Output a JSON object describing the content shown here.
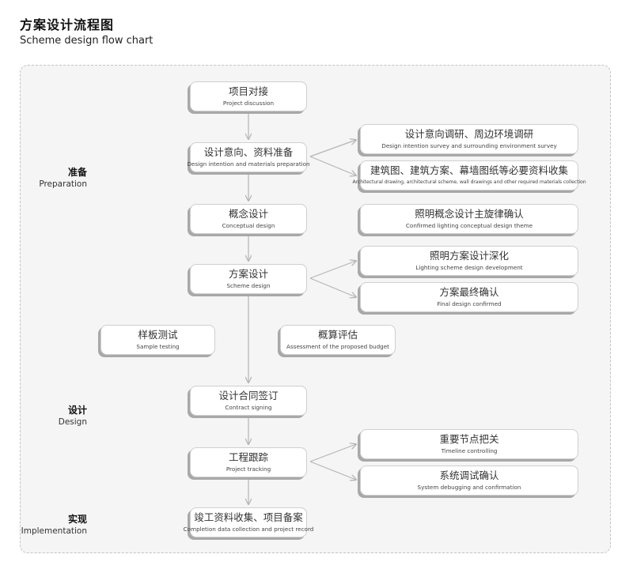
{
  "header": {
    "title": "方案设计流程图",
    "subtitle": "Scheme design flow chart"
  },
  "phases": {
    "preparation": {
      "zh": "准备",
      "en": "Preparation"
    },
    "design": {
      "zh": "设计",
      "en": "Design"
    },
    "implementation": {
      "zh": "实现",
      "en": "Implementation"
    }
  },
  "nodes": {
    "project_discussion": {
      "zh": "项目对接",
      "en": "Project discussion"
    },
    "design_intention": {
      "zh": "设计意向、资料准备",
      "en": "Design intention and materials preparation"
    },
    "conceptual_design": {
      "zh": "概念设计",
      "en": "Conceptual design"
    },
    "scheme_design": {
      "zh": "方案设计",
      "en": "Scheme design"
    },
    "sample_testing": {
      "zh": "样板测试",
      "en": "Sample testing"
    },
    "budget_assessment": {
      "zh": "概算评估",
      "en": "Assessment of the proposed budget"
    },
    "contract_signing": {
      "zh": "设计合同签订",
      "en": "Contract signing"
    },
    "project_tracking": {
      "zh": "工程跟踪",
      "en": "Project tracking"
    },
    "completion": {
      "zh": "竣工资料收集、项目备案",
      "en": "Completion data collection and project record"
    },
    "survey": {
      "zh": "设计意向调研、周边环境调研",
      "en": "Design intention survey and surrounding environment survey"
    },
    "materials_collection": {
      "zh": "建筑图、建筑方案、幕墙图纸等必要资料收集",
      "en": "Architectural drawing, architectural scheme, wall drawings and other required materials collection"
    },
    "lighting_theme": {
      "zh": "照明概念设计主旋律确认",
      "en": "Confirmed lighting conceptual design theme"
    },
    "lighting_development": {
      "zh": "照明方案设计深化",
      "en": "Lighting scheme design development"
    },
    "final_confirmed": {
      "zh": "方案最终确认",
      "en": "Final design confirmed"
    },
    "timeline_control": {
      "zh": "重要节点把关",
      "en": "Timeline controlling"
    },
    "system_debugging": {
      "zh": "系统调试确认",
      "en": "System debugging and confirmation"
    }
  },
  "colors": {
    "panel_bg": "#f5f5f5",
    "node_border": "#cfcfcf",
    "node_shadow": "#a8a8a8",
    "connector": "#b5b5b5"
  }
}
